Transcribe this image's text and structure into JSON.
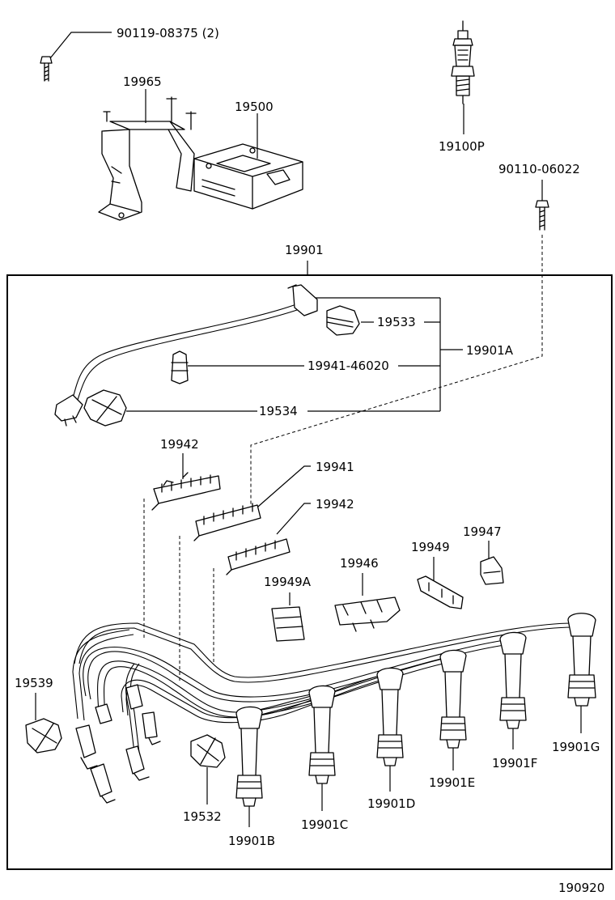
{
  "labels": {
    "bolt_top": "90119-08375 (2)",
    "bracket": "19965",
    "coil": "19500",
    "spark_plug": "19100P",
    "bolt_right": "90110-06022",
    "harness_set": "19901",
    "cap_19533": "19533",
    "wire_19901a": "19901A",
    "clamp_19941_46020": "19941-46020",
    "boot_19534": "19534",
    "clamp_19942_a": "19942",
    "clamp_19941": "19941",
    "clamp_19942_b": "19942",
    "clamp_19949": "19949",
    "clamp_19947": "19947",
    "clamp_19946": "19946",
    "clamp_19949a": "19949A",
    "boot_19539": "19539",
    "boot_19532": "19532",
    "wire_b": "19901B",
    "wire_c": "19901C",
    "wire_d": "19901D",
    "wire_e": "19901E",
    "wire_f": "19901F",
    "wire_g": "19901G",
    "diagram_code": "190920"
  }
}
